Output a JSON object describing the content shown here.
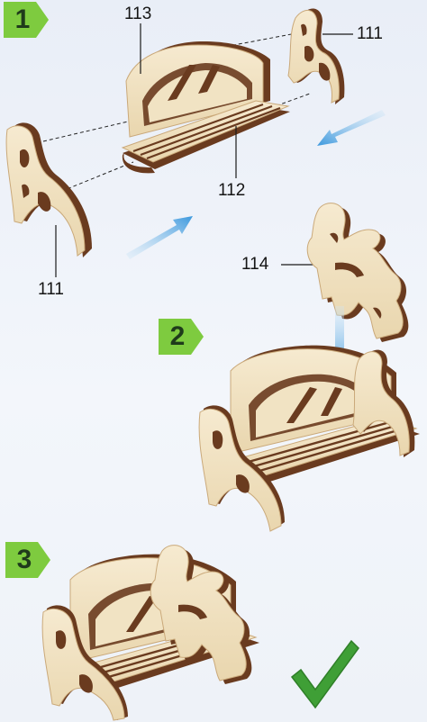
{
  "steps": [
    {
      "label": "1"
    },
    {
      "label": "2"
    },
    {
      "label": "3"
    }
  ],
  "callouts": {
    "p113": "113",
    "p111_top": "111",
    "p112": "112",
    "p111_left": "111",
    "p114": "114"
  },
  "colors": {
    "wood_face": "#f1e3c3",
    "wood_edge": "#6a3b1f",
    "badge_green": "#7ecb3f",
    "arrow_blue": "#4aa3df",
    "check_green": "#3f9f36"
  },
  "icons": {
    "check": "check-mark-icon",
    "arrow": "assembly-arrow-icon"
  }
}
